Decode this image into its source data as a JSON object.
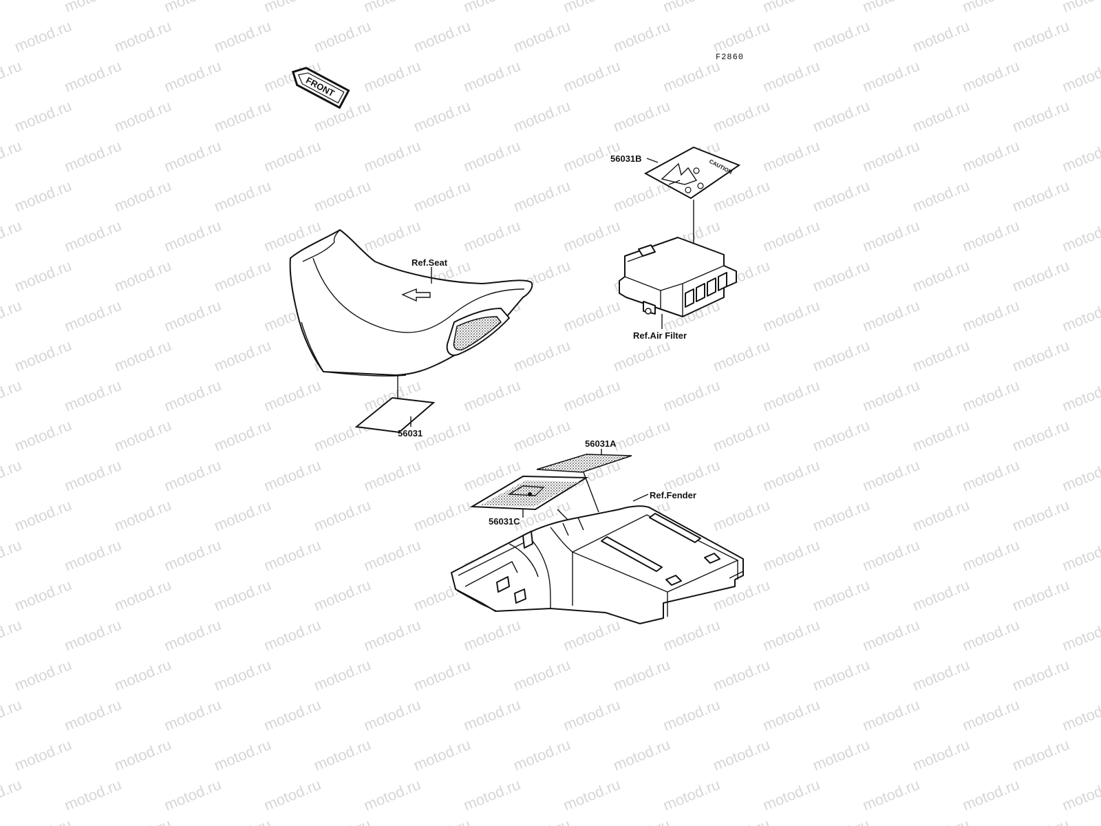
{
  "diagram": {
    "figure_code": "F2860",
    "front_arrow_label": "FRONT",
    "watermark_text": "motod.ru",
    "labels": {
      "ref_seat": "Ref.Seat",
      "part_56031": "56031",
      "part_56031B": "56031B",
      "ref_air_filter": "Ref.Air Filter",
      "part_56031A": "56031A",
      "part_56031C": "56031C",
      "ref_fender": "Ref.Fender",
      "caution_decal_text": "CAUTION"
    }
  }
}
